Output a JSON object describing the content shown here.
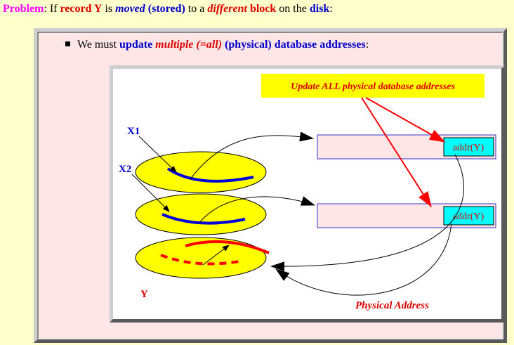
{
  "problem": {
    "label": "Problem",
    "colon": ":",
    "t1": " If ",
    "record_y": "record Y",
    "t2": " is ",
    "moved": "moved",
    "t3": " ",
    "stored": "(stored)",
    "t4": " to a ",
    "different": "different",
    "t5": " ",
    "block": "block",
    "t6": " on the ",
    "disk": "disk",
    "t7": ":"
  },
  "bullet": {
    "t1": "We must ",
    "update": "update",
    "t2": " ",
    "multiple": "multiple (=all)",
    "t3": " ",
    "physical": "(physical) database addresses",
    "t4": ":"
  },
  "diagram": {
    "callout": "Update ALL physical database addresses",
    "x1": "X1",
    "x2": "X2",
    "y": "Y",
    "addr1": "addr(Y)",
    "addr2": "addr(Y)",
    "physical_address": "Physical Address",
    "colors": {
      "ellipse_fill": "#ffff00",
      "blue_record": "#0000dd",
      "red_record": "#ff0000",
      "callout_bg": "#ffff00",
      "callout_text": "#dd0000",
      "addr_bg": "#00ffff",
      "box_fill": "#ffe6e6",
      "box_border": "#3333cc"
    }
  }
}
